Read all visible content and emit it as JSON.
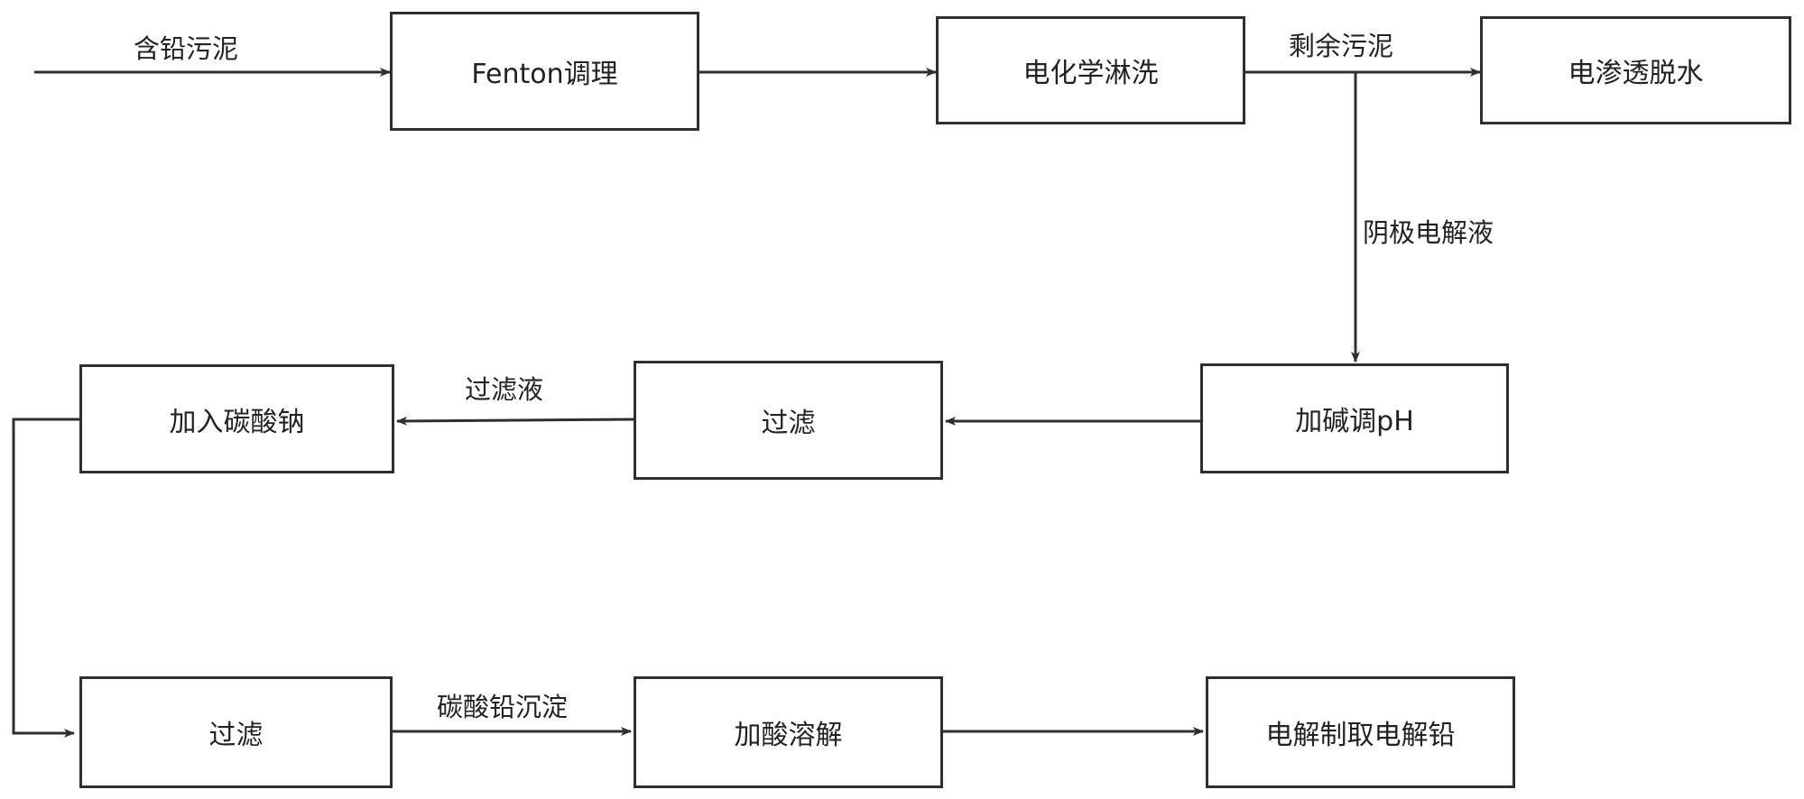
{
  "colors": {
    "stroke": "#2f2f2f",
    "text": "#222222",
    "background": "#ffffff"
  },
  "nodes": {
    "fenton": "Fenton调理",
    "electrochemical_washing": "电化学淋洗",
    "electroosmotic_dewatering": "电渗透脱水",
    "alkali_ph": "加碱调pH",
    "filtration_1": "过滤",
    "add_sodium_carbonate": "加入碳酸钠",
    "filtration_2": "过滤",
    "acid_dissolution": "加酸溶解",
    "electrolytic_lead": "电解制取电解铅"
  },
  "edge_labels": {
    "lead_sludge": "含铅污泥",
    "residual_sludge": "剩余污泥",
    "cathode_electrolyte": "阴极电解液",
    "filtrate": "过滤液",
    "lead_carbonate_precipitate": "碳酸铅沉淀"
  }
}
